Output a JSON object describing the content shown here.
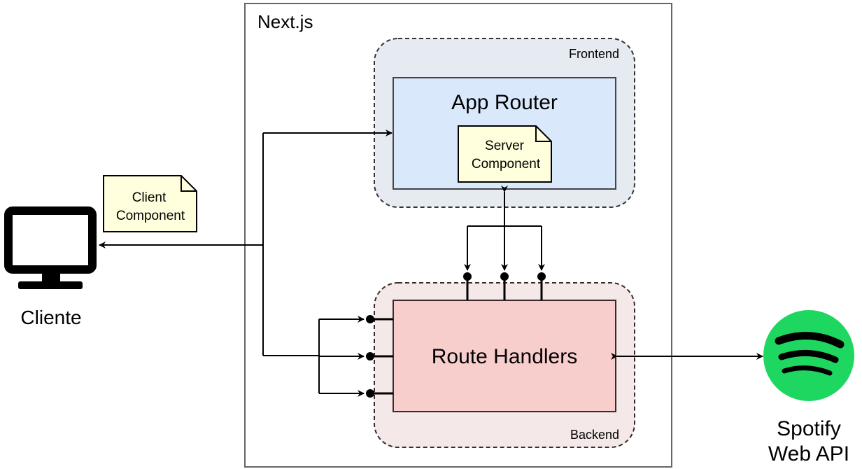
{
  "container": {
    "label": "Next.js"
  },
  "frontend": {
    "label": "Frontend",
    "app_router": {
      "title": "App Router"
    }
  },
  "server_component": {
    "line1": "Server",
    "line2": "Component"
  },
  "backend": {
    "label": "Backend",
    "route_handlers": {
      "title": "Route Handlers"
    }
  },
  "client": {
    "label": "Cliente",
    "icon": "monitor-icon"
  },
  "client_component": {
    "line1": "Client",
    "line2": "Component"
  },
  "spotify": {
    "line1": "Spotify",
    "line2": "Web API",
    "icon": "spotify-icon"
  },
  "colors": {
    "app_router_fill": "#dae8fc",
    "route_handlers_fill": "#f8cecc",
    "note_fill": "#ffffdd",
    "frontend_group_fill": "#e6ebf2",
    "backend_group_fill": "#f4e8e8",
    "spotify_green": "#1ed760"
  }
}
